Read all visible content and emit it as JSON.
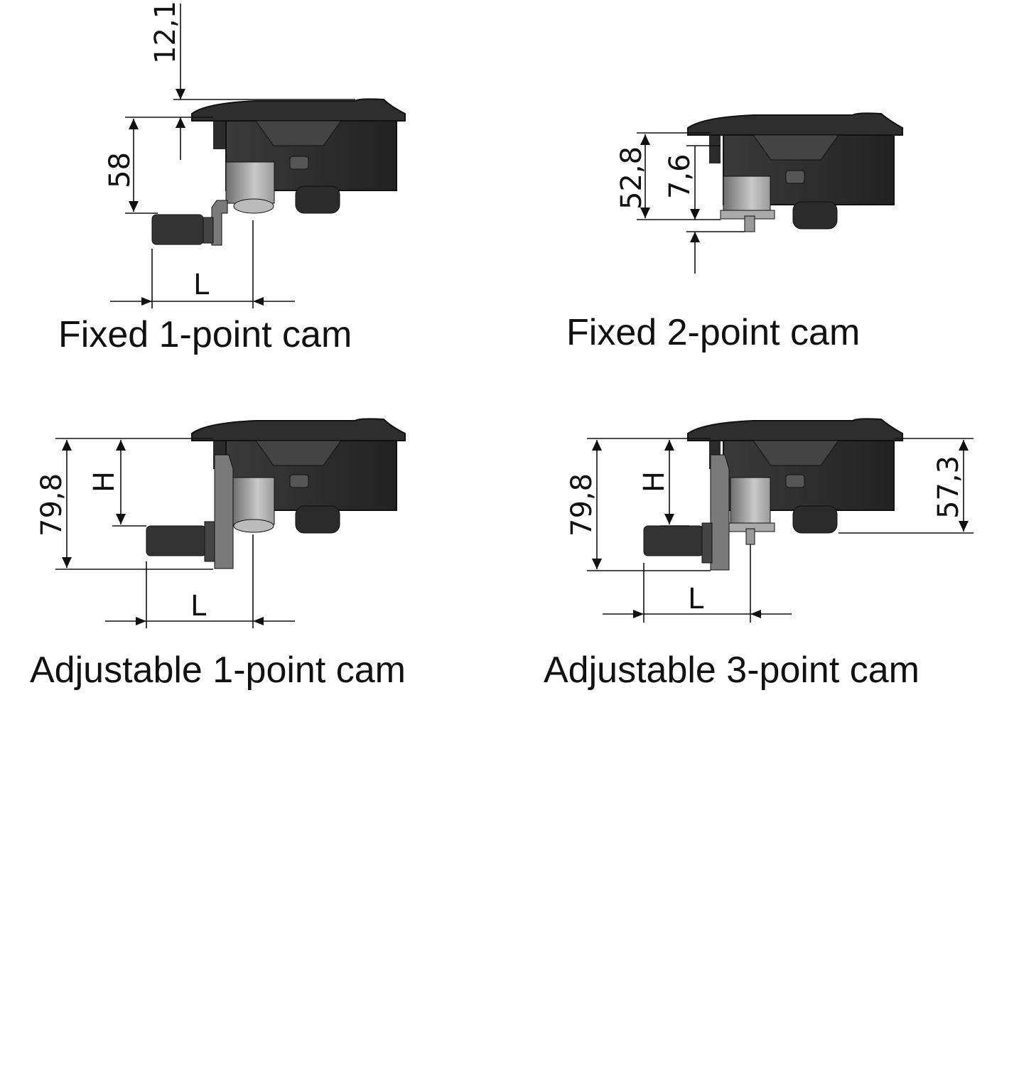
{
  "captions": {
    "fixed_1pt": "Fixed 1-point cam",
    "fixed_2pt": "Fixed 2-point cam",
    "adj_1pt": "Adjustable 1-point cam",
    "adj_3pt": "Adjustable 3-point cam"
  },
  "dimensions": {
    "fixed_1pt": {
      "top": "12,1",
      "height": "58",
      "length": "L"
    },
    "fixed_2pt": {
      "height": "52,8",
      "offset": "7,6"
    },
    "adj_1pt": {
      "height": "79,8",
      "h": "H",
      "length": "L"
    },
    "adj_3pt": {
      "height": "79,8",
      "h": "H",
      "right": "57,3",
      "length": "L"
    }
  },
  "colors": {
    "body": "#2b2b2b",
    "metal": "#8a8a8a",
    "dark": "#3a3a3a"
  }
}
